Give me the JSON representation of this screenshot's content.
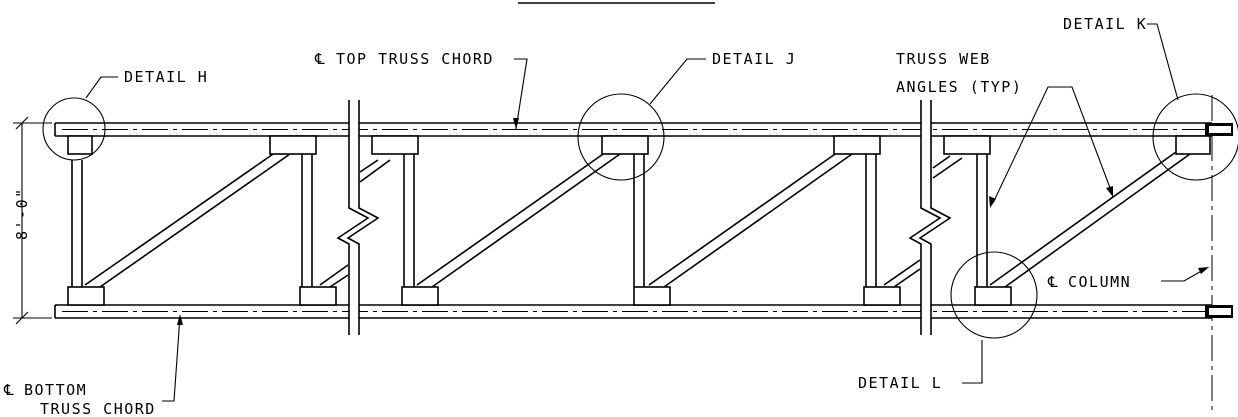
{
  "labels": {
    "detail_h": "DETAIL H",
    "top_chord": "TOP TRUSS CHORD",
    "detail_j": "DETAIL J",
    "web_angles_1": "TRUSS WEB",
    "web_angles_2": "ANGLES (TYP)",
    "detail_k": "DETAIL K",
    "dimension": "8'-0\"",
    "column": "COLUMN",
    "bottom_chord_1": "BOTTOM",
    "bottom_chord_2": "TRUSS CHORD",
    "detail_l": "DETAIL L",
    "centerline_symbol": "℄"
  }
}
